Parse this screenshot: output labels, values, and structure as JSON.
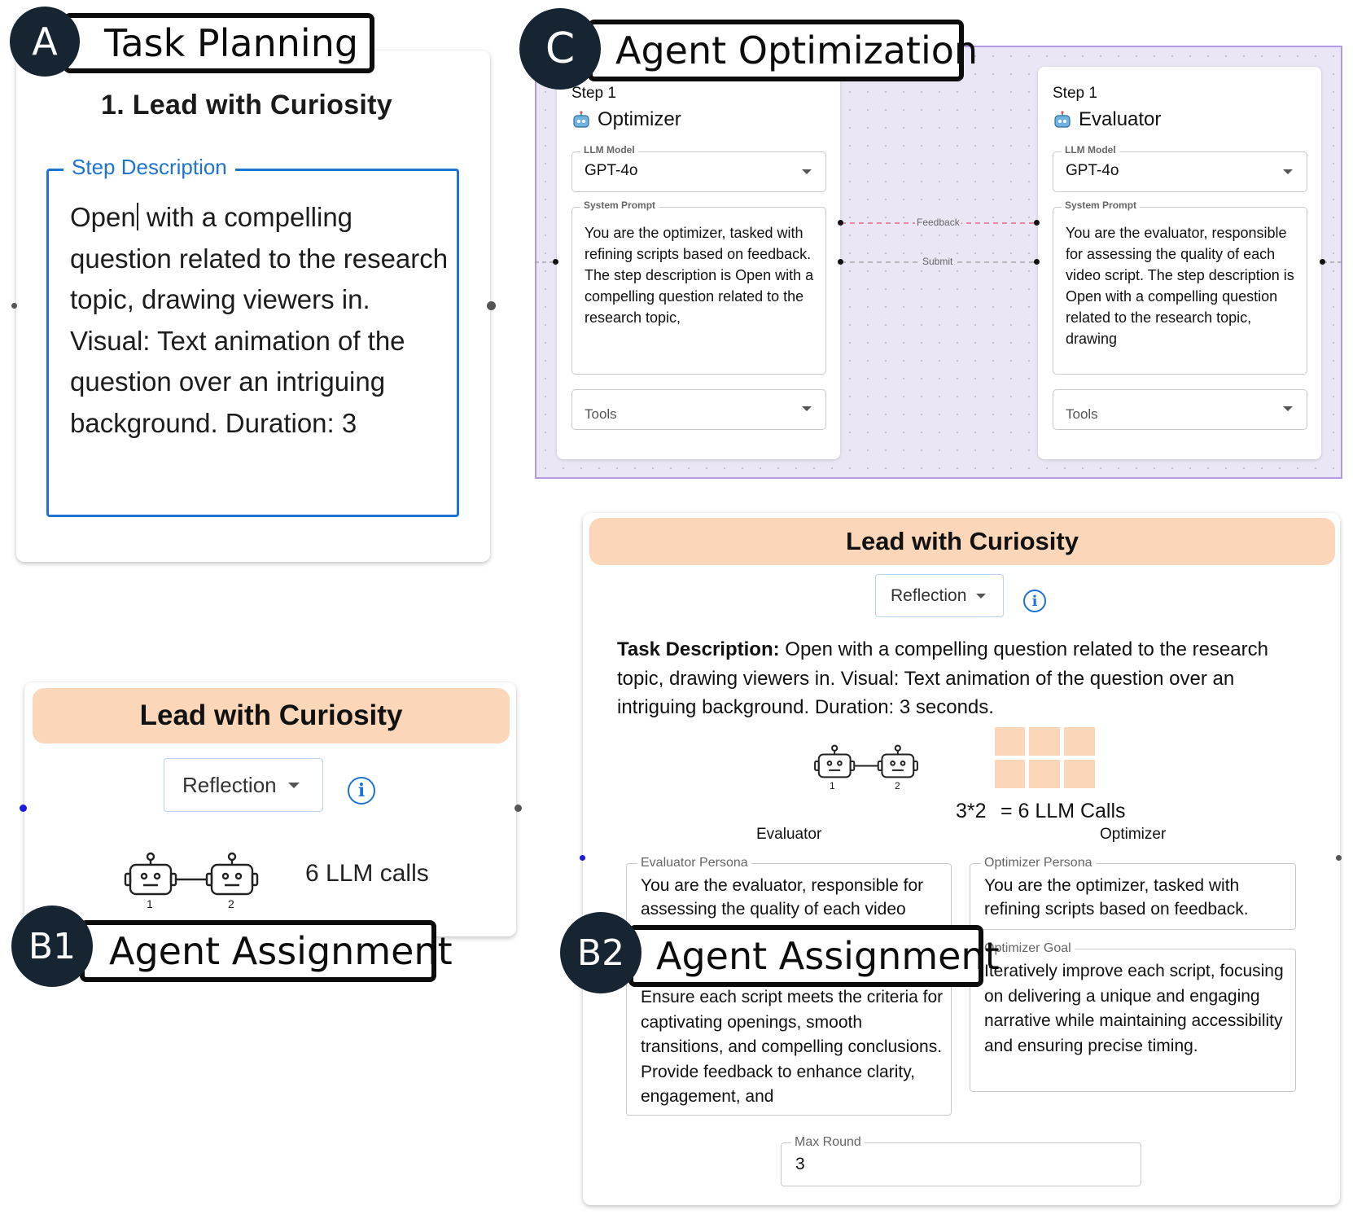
{
  "badges": {
    "a": {
      "letter": "A",
      "label": "Task Planning"
    },
    "c": {
      "letter": "C",
      "label": "Agent Optimization"
    },
    "b1": {
      "letter": "B1",
      "label": "Agent Assignment"
    },
    "b2": {
      "letter": "B2",
      "label": "Agent Assignment"
    }
  },
  "task_planning": {
    "step_title": "1. Lead with Curiosity",
    "field_label": "Step Description",
    "text_before_cursor": "Open",
    "text_after_cursor": " with a compelling question related to the research topic, drawing viewers in. Visual: Text animation of the question over an intriguing background. Duration: 3"
  },
  "optimization": {
    "edge_feedback": "Feedback",
    "edge_submit": "Submit",
    "optimizer": {
      "step": "Step 1",
      "icon": "robot-icon",
      "title": "Optimizer",
      "llm_label": "LLM Model",
      "llm_value": "GPT-4o",
      "prompt_label": "System Prompt",
      "prompt_text": "You are the optimizer, tasked with refining scripts based on feedback.\nThe step description is Open with a compelling question related to the research topic,",
      "tools_label": "Tools"
    },
    "evaluator": {
      "step": "Step 1",
      "icon": "robot-icon",
      "title": "Evaluator",
      "llm_label": "LLM Model",
      "llm_value": "GPT-4o",
      "prompt_label": "System Prompt",
      "prompt_text": "You are the evaluator, responsible for assessing the quality of each video script. The step description is Open with a compelling question related to the research topic, drawing",
      "tools_label": "Tools"
    }
  },
  "b1": {
    "header": "Lead with Curiosity",
    "pattern": "Reflection",
    "robot_1": "1",
    "robot_2": "2",
    "calls": "6 LLM calls"
  },
  "b2": {
    "header": "Lead with Curiosity",
    "pattern": "Reflection",
    "task_label": "Task Description:",
    "task_text": " Open with a compelling question related to the research topic, drawing viewers in. Visual: Text animation of the question over an intriguing background. Duration: 3 seconds.",
    "robot_1": "1",
    "robot_2": "2",
    "calls_left": "3*2",
    "calls_right": "= 6 LLM Calls",
    "evaluator_label": "Evaluator",
    "optimizer_label": "Optimizer",
    "evaluator_persona_label": "Evaluator Persona",
    "evaluator_persona": "You are the evaluator, responsible for assessing the quality of each video",
    "evaluator_goal": "Ensure each script meets the criteria for captivating openings, smooth transitions, and compelling conclusions. Provide feedback to enhance clarity, engagement, and",
    "optimizer_persona_label": "Optimizer Persona",
    "optimizer_persona": "You are the optimizer, tasked with refining scripts based on feedback.",
    "optimizer_goal_label": "Optimizer Goal",
    "optimizer_goal": "Iteratively improve each script, focusing on delivering a unique and engaging narrative while maintaining accessibility and ensuring precise timing.",
    "max_round_label": "Max Round",
    "max_round": "3"
  },
  "colors": {
    "peach": "#fbd6b8",
    "accent_blue": "#1e73d2",
    "canvas": "#eae6f6",
    "canvas_border": "#b39be4",
    "feedback_edge": "#e86a8a",
    "badge": "#172532"
  }
}
